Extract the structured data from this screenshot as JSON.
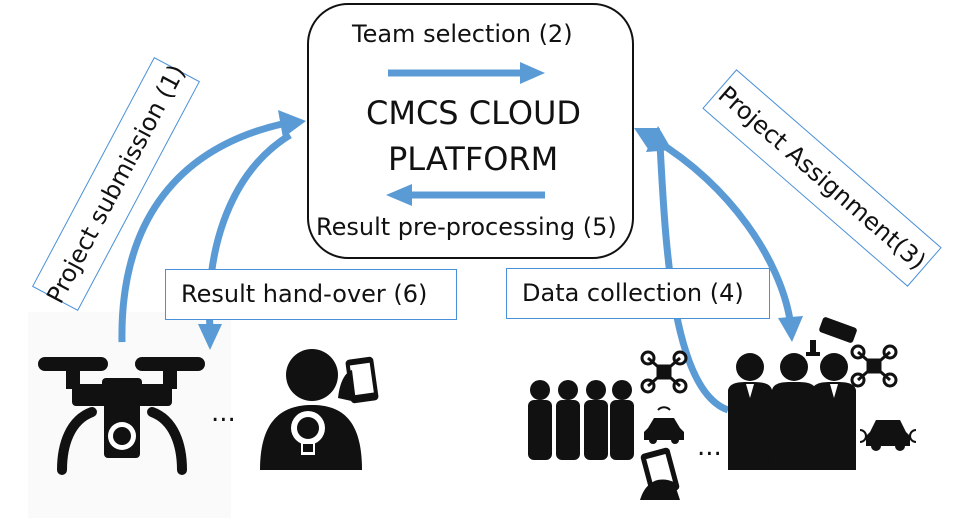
{
  "platform": {
    "title_line1": "CMCS CLOUD",
    "title_line2": "PLATFORM",
    "team_selection": "Team selection (2)",
    "result_preprocessing": "Result pre-processing (5)"
  },
  "labels": {
    "project_submission": "Project submission (1)",
    "project_assignment": "Project Assignment(3)",
    "result_handover": "Result hand-over (6)",
    "data_collection": "Data collection (4)"
  },
  "ellipsis_left": "...",
  "ellipsis_right": "...",
  "colors": {
    "arrow": "#5b9bd5",
    "box_border": "#4a90d9",
    "icon": "#111111"
  }
}
